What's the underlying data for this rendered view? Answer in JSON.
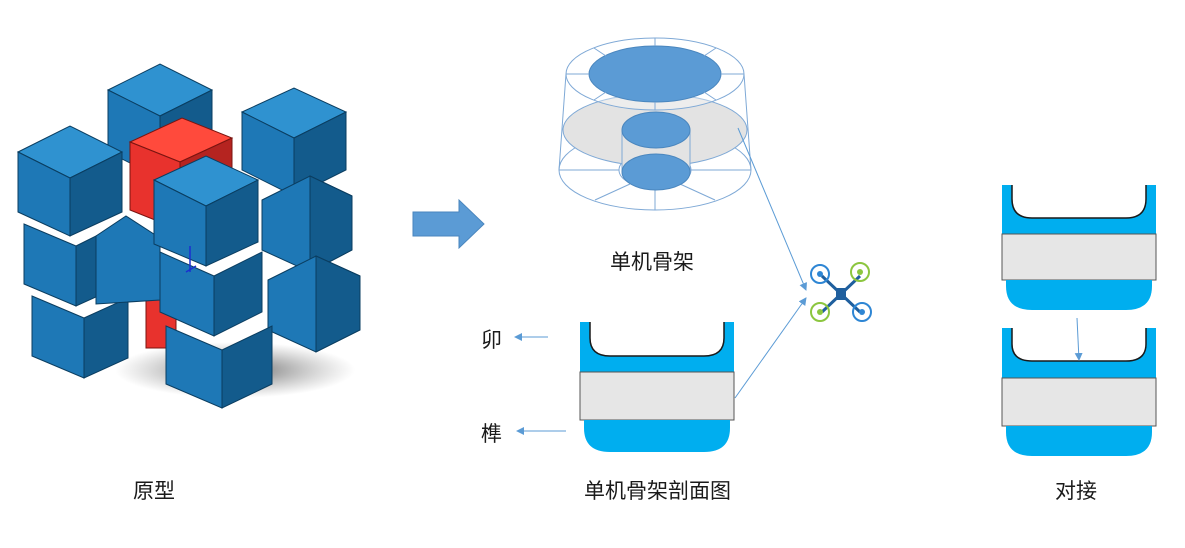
{
  "labels": {
    "prototype": "原型",
    "single_frame": "单机骨架",
    "mortise": "卯",
    "tenon": "榫",
    "frame_section": "单机骨架剖面图",
    "docking": "对接"
  },
  "colors": {
    "cube_top": "#2f92d0",
    "cube_front": "#1e78b6",
    "cube_side": "#135b8c",
    "cube_red": "#e8322d",
    "frame_fill": "#5b9bd5",
    "frame_line": "#5b9bd5",
    "disk_gray": "#e3e3e3",
    "section_blue": "#00aeef",
    "section_gray": "#e6e6e6",
    "arrow": "#5b9bd5",
    "drone_body": "#1f5f9e",
    "rotor_blue": "#2e86d4",
    "rotor_green": "#8cc63f"
  },
  "icons": {
    "main_arrow": "right-block-arrow-icon",
    "drone": "quadcopter-drone-icon"
  }
}
